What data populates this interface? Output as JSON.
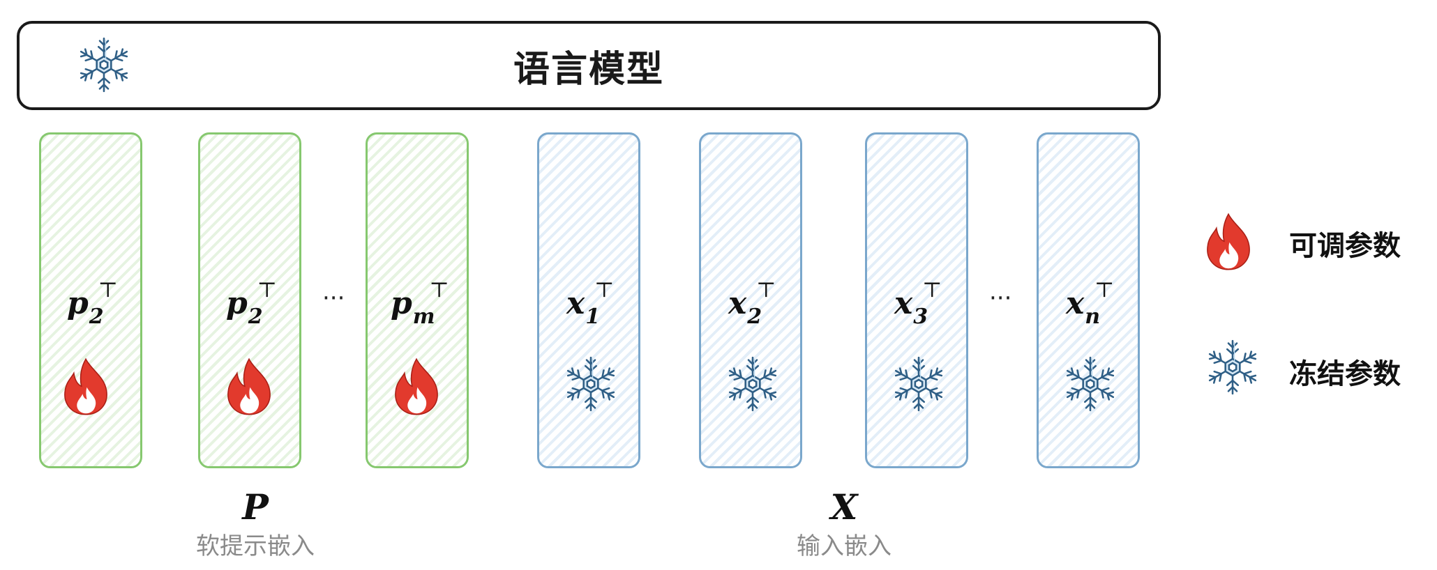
{
  "model": {
    "label": "语言模型",
    "icon": "snowflake-icon"
  },
  "soft_prompts": {
    "symbol": "P",
    "name": "软提示嵌入",
    "color": "#86c86f",
    "tokens": [
      {
        "base": "p",
        "sub": "2",
        "sup": "⊤"
      },
      {
        "base": "p",
        "sub": "2",
        "sup": "⊤"
      },
      {
        "base": "p",
        "sub": "m",
        "sup": "⊤"
      }
    ],
    "ellipsis": "···",
    "icon": "flame-icon"
  },
  "inputs": {
    "symbol": "X",
    "name": "输入嵌入",
    "color": "#7aa7cc",
    "tokens": [
      {
        "base": "x",
        "sub": "1",
        "sup": "⊤"
      },
      {
        "base": "x",
        "sub": "2",
        "sup": "⊤"
      },
      {
        "base": "x",
        "sub": "3",
        "sup": "⊤"
      },
      {
        "base": "x",
        "sub": "n",
        "sup": "⊤"
      }
    ],
    "ellipsis": "···",
    "icon": "snowflake-icon"
  },
  "legend": {
    "tunable": {
      "label": "可调参数",
      "icon": "flame-icon"
    },
    "frozen": {
      "label": "冻结参数",
      "icon": "snowflake-icon"
    }
  }
}
